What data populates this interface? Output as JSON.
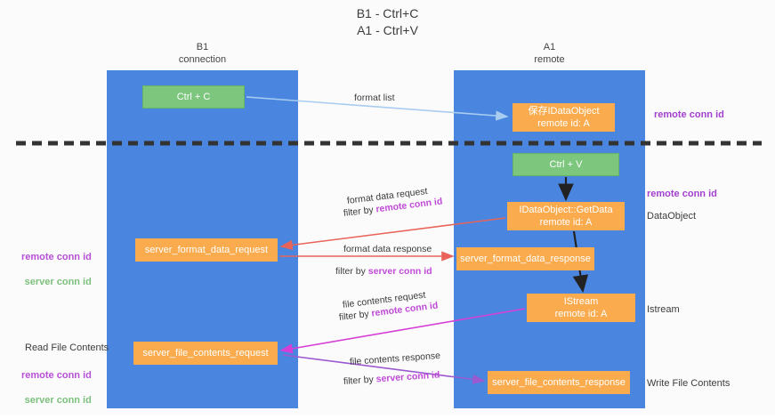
{
  "title": "B1 - Ctrl+C\nA1 - Ctrl+V",
  "columns": {
    "left": "B1\nconnection",
    "right": "A1\nremote"
  },
  "nodes": {
    "ctrl_c": "Ctrl + C",
    "idataobject": "保存IDataObject\nremote id: A",
    "ctrl_v": "Ctrl + V",
    "getdata": "IDataObject::GetData\nremote id: A",
    "server_format_data_request": "server_format_data_request",
    "server_format_data_response": "server_format_data_response",
    "istream": "IStream\nremote id: A",
    "server_file_contents_request": "server_file_contents_request",
    "server_file_contents_response": "server_file_contents_response"
  },
  "edge_labels": {
    "format_list": "format list",
    "format_data_request": "format data request",
    "format_data_request_filter_prefix": "filter by ",
    "format_data_request_filter_key": "remote conn id",
    "format_data_response": "format data response",
    "format_data_response_filter_prefix": "filter by ",
    "format_data_response_filter_key": "server conn id",
    "file_contents_request": "file contents request",
    "file_contents_request_filter_prefix": "filter by ",
    "file_contents_request_filter_key": "remote conn id",
    "file_contents_response": "file contents response",
    "file_contents_response_filter_prefix": "filter by ",
    "file_contents_response_filter_key": "server conn id"
  },
  "annotations": {
    "remote_conn_id_top": "remote conn id",
    "remote_conn_id_mid": "remote conn id",
    "dataobject": "DataObject",
    "istream": "Istream",
    "write_file_contents": "Write File Contents",
    "read_file_contents": "Read File Contents",
    "left_keys_mid_remote": "remote conn id",
    "left_keys_mid_server": "server conn id",
    "left_keys_bottom_remote": "remote conn id",
    "left_keys_bottom_server": "server conn id"
  },
  "colors": {
    "lane": "#4a86e0",
    "green_node": "#7dc67d",
    "orange_node": "#f9ab4e",
    "purple_text": "#a33fd0",
    "green_text": "#7dbf7d",
    "divider": "#333333",
    "arrow_blue": "#a8cdf0",
    "arrow_red": "#e8645a",
    "arrow_black": "#222222",
    "arrow_magenta": "#d63fd6",
    "arrow_violet": "#9b59d0"
  }
}
